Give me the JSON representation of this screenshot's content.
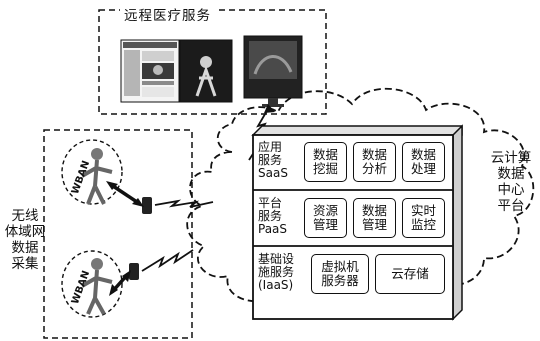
{
  "telemedicine": {
    "title": "远程医疗服务"
  },
  "collection": {
    "title_lines": [
      "无线",
      "体域网",
      "数据",
      "采集"
    ],
    "wban_tag_top": "WBAN",
    "wban_tag_bottom": "WBAN"
  },
  "cloud": {
    "title_lines": [
      "云计算",
      "数据",
      "中心",
      "平台"
    ]
  },
  "layers": {
    "saas": {
      "title_lines": [
        "应用",
        "服务",
        "SaaS"
      ],
      "cells": [
        [
          "数据",
          "挖掘"
        ],
        [
          "数据",
          "分析"
        ],
        [
          "数据",
          "处理"
        ]
      ]
    },
    "paas": {
      "title_lines": [
        "平台",
        "服务",
        "PaaS"
      ],
      "cells": [
        [
          "资源",
          "管理"
        ],
        [
          "数据",
          "管理"
        ],
        [
          "实时",
          "监控"
        ]
      ]
    },
    "iaas": {
      "title_lines": [
        "基础设",
        "施服务",
        "(IaaS)"
      ],
      "cells": [
        [
          "虚拟机",
          "服务器"
        ],
        [
          "云存储"
        ]
      ]
    }
  }
}
